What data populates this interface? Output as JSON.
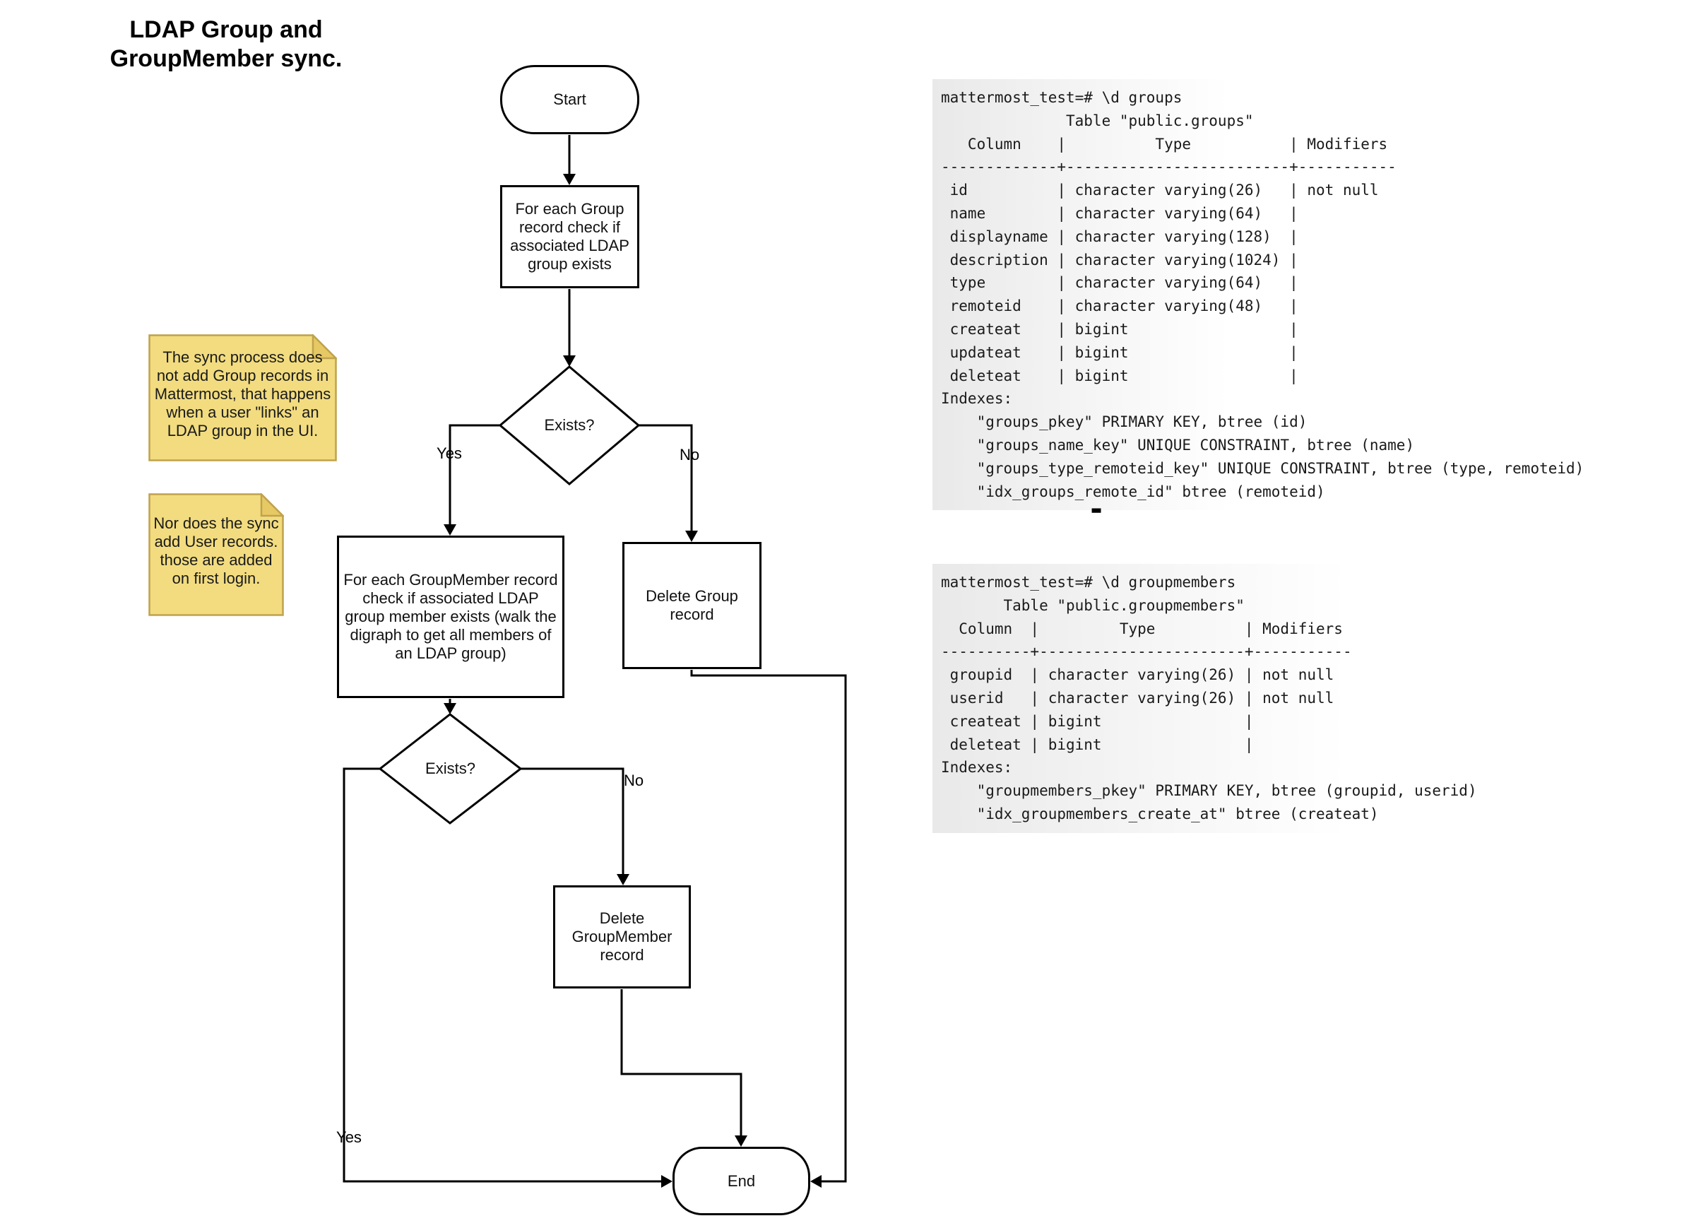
{
  "title": "LDAP Group and\nGroupMember sync.",
  "flowchart": {
    "start_label": "Start",
    "check_group_label": "For each Group\nrecord check if\nassociated LDAP\ngroup exists",
    "decision1_label": "Exists?",
    "decision1_yes": "Yes",
    "decision1_no": "No",
    "check_member_label": "For each GroupMember record\ncheck if associated LDAP\ngroup member exists (walk the\ndigraph to get all members of\nan LDAP group)",
    "delete_group_label": "Delete Group\nrecord",
    "decision2_label": "Exists?",
    "decision2_yes": "Yes",
    "decision2_no": "No",
    "delete_member_label": "Delete\nGroupMember\nrecord",
    "end_label": "End",
    "line_color": "#000000",
    "node_fill": "#ffffff"
  },
  "notes": {
    "note1": "The sync process does\nnot add Group records in\nMattermost, that happens\nwhen a user \"links\" an\nLDAP group in the UI.",
    "note2": "Nor does the sync\nadd User records.\nthose are added\non first login.",
    "fill_color": "#f2dc7f",
    "fold_color": "#e6c964",
    "border_color": "#bfa24d"
  },
  "terminals": {
    "groups": "mattermost_test=# \\d groups\n              Table \"public.groups\"\n   Column    |          Type           | Modifiers \n-------------+-------------------------+-----------\n id          | character varying(26)   | not null\n name        | character varying(64)   | \n displayname | character varying(128)  | \n description | character varying(1024) | \n type        | character varying(64)   | \n remoteid    | character varying(48)   | \n createat    | bigint                  | \n updateat    | bigint                  | \n deleteat    | bigint                  | \nIndexes:\n    \"groups_pkey\" PRIMARY KEY, btree (id)\n    \"groups_name_key\" UNIQUE CONSTRAINT, btree (name)\n    \"groups_type_remoteid_key\" UNIQUE CONSTRAINT, btree (type, remoteid)\n    \"idx_groups_remote_id\" btree (remoteid)",
    "groupmembers": "mattermost_test=# \\d groupmembers\n       Table \"public.groupmembers\"\n  Column  |         Type          | Modifiers \n----------+-----------------------+-----------\n groupid  | character varying(26) | not null\n userid   | character varying(26) | not null\n createat | bigint                | \n deleteat | bigint                | \nIndexes:\n    \"groupmembers_pkey\" PRIMARY KEY, btree (groupid, userid)\n    \"idx_groupmembers_create_at\" btree (createat)",
    "cursor": "▬"
  }
}
